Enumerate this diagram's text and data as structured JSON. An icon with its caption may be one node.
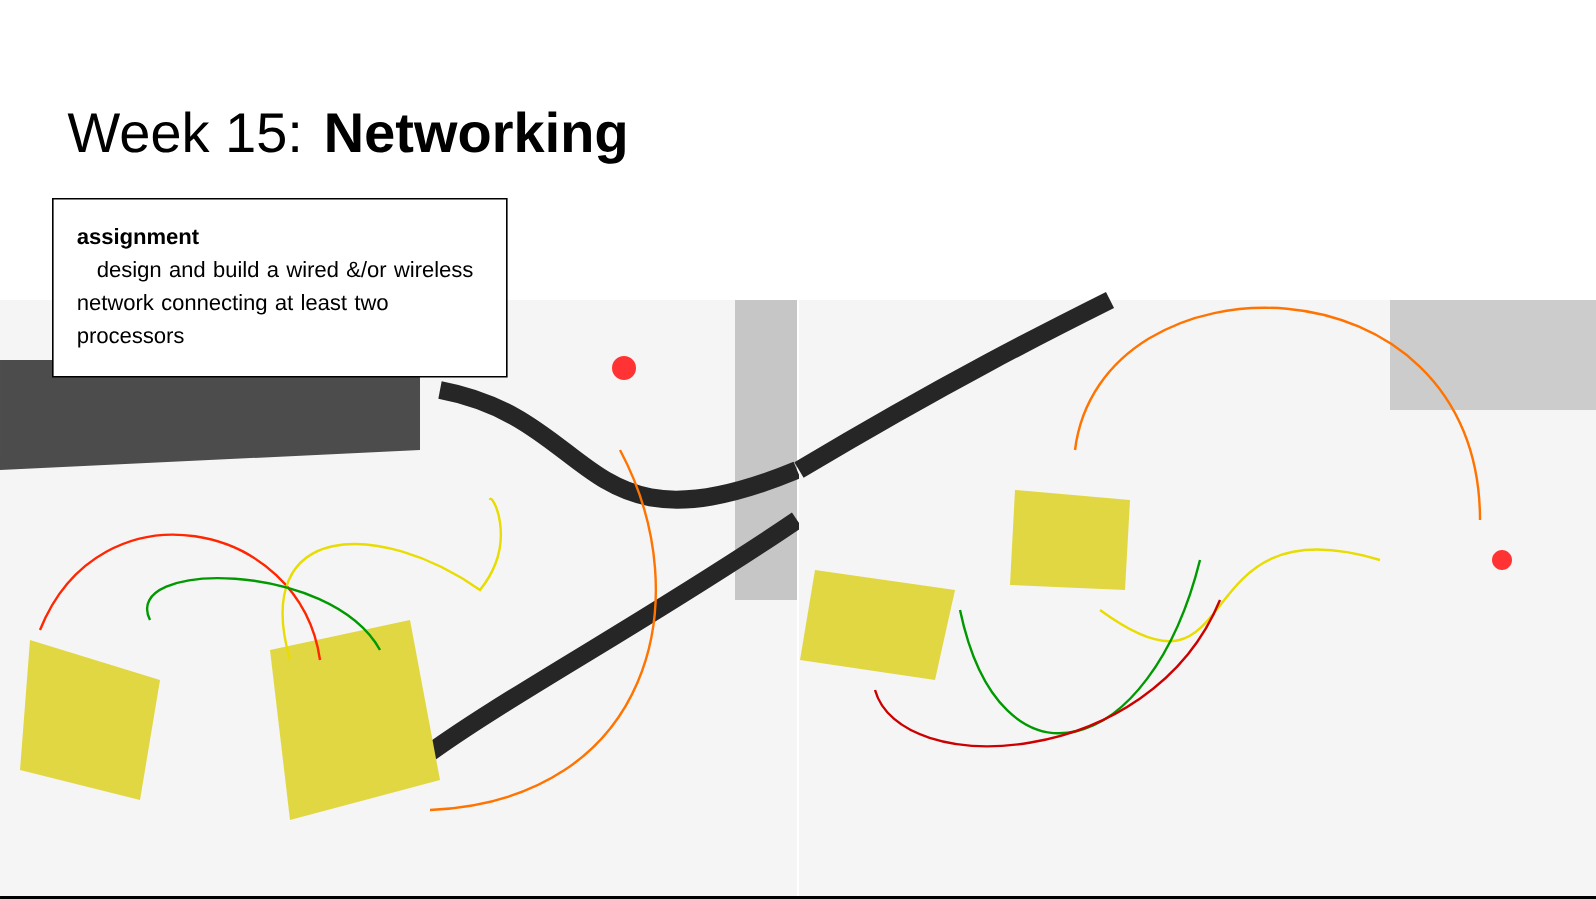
{
  "diagram": {
    "title": "Week 15: **Networking**",
    "nodes": [
      {
        "text": [
          "assignment",
          "design and build a wired &/or wireless network connecting at least two processors"
        ]
      }
    ]
  }
}
